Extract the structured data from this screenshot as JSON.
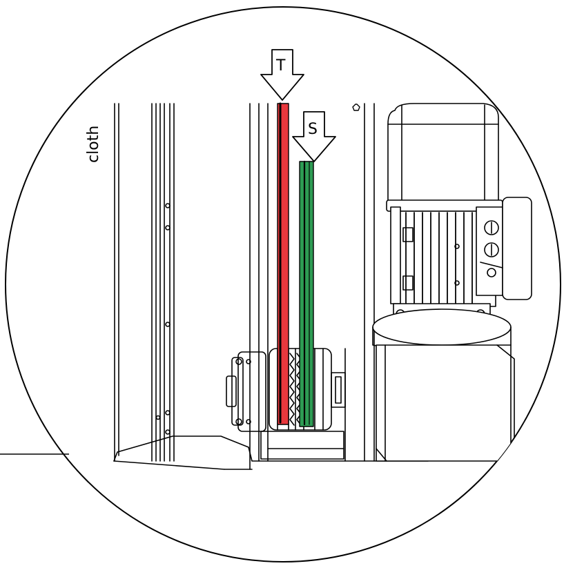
{
  "labels": {
    "side": "cloth",
    "tension": "T",
    "slack": "S"
  },
  "colors": {
    "line": "#000000",
    "tension_belt": "#e8383d",
    "slack_belt": "#2e9c54",
    "background": "#ffffff"
  }
}
